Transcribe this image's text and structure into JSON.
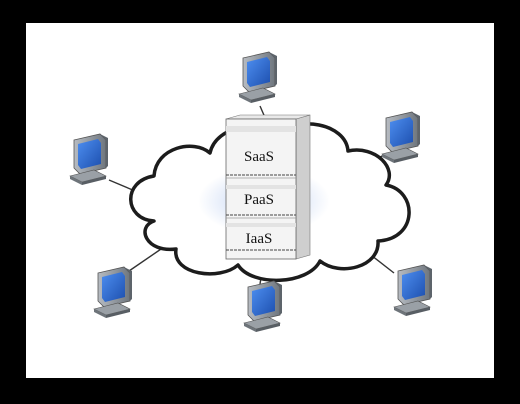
{
  "diagram": {
    "layers": [
      {
        "id": "saas",
        "label": "SaaS"
      },
      {
        "id": "paas",
        "label": "PaaS"
      },
      {
        "id": "iaas",
        "label": "IaaS"
      }
    ],
    "clients": [
      {
        "id": "top"
      },
      {
        "id": "top-right"
      },
      {
        "id": "right-bottom"
      },
      {
        "id": "bottom"
      },
      {
        "id": "bottom-left"
      },
      {
        "id": "left"
      }
    ],
    "colors": {
      "frame": "#000000",
      "background": "#ffffff",
      "cloud_outline": "#222222",
      "cloud_glow": "#b8ccf0",
      "server_face": "#f2f2f2",
      "server_side": "#d0d0d0",
      "screen": "#2f6fd6",
      "monitor_body": "#8f969e"
    }
  }
}
